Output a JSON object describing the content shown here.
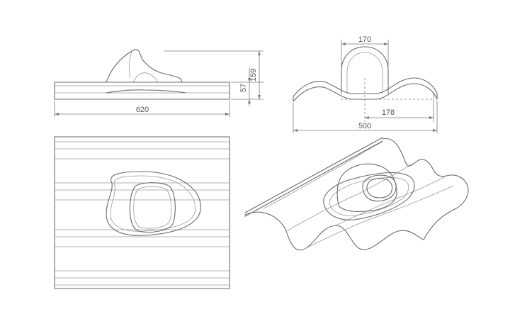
{
  "dimensions": {
    "width_620": "620",
    "height_159": "159",
    "height_57": "57",
    "width_170": "170",
    "offset_178": "178",
    "width_500": "500"
  },
  "colors": {
    "line": "#6a6a6a",
    "dimension": "#7a7a7a",
    "text": "#555555",
    "background": "#ffffff"
  }
}
